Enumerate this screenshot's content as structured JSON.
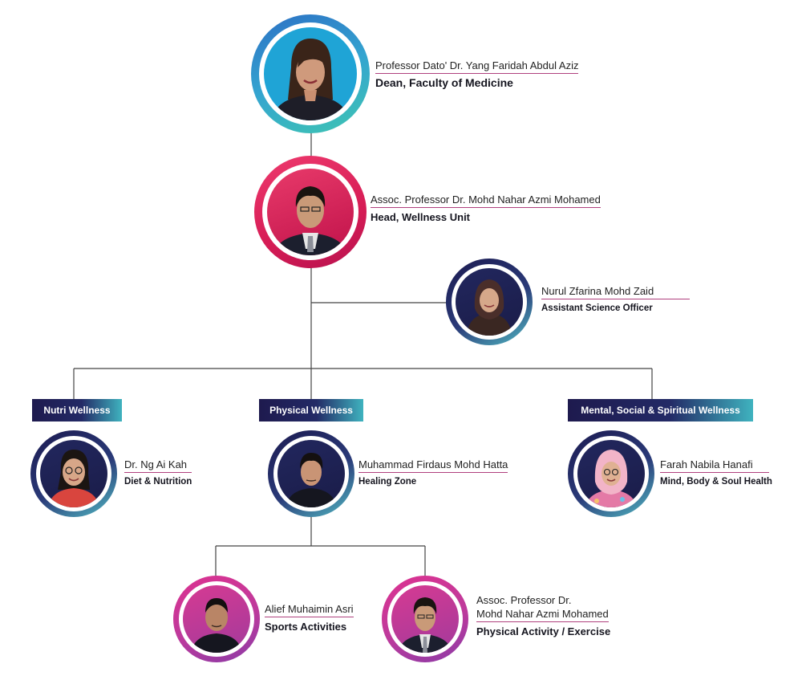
{
  "nodes": {
    "dean": {
      "name": "Professor Dato' Dr. Yang Faridah Abdul Aziz",
      "role": "Dean, Faculty of Medicine"
    },
    "head": {
      "name": "Assoc. Professor Dr. Mohd Nahar Azmi Mohamed",
      "role": "Head, Wellness Unit"
    },
    "assistant": {
      "name": "Nurul Zfarina Mohd Zaid",
      "role": "Assistant Science Officer"
    },
    "nutri_member": {
      "name": "Dr. Ng Ai Kah",
      "role": "Diet & Nutrition"
    },
    "physical_member": {
      "name": "Muhammad Firdaus Mohd Hatta",
      "role": "Healing Zone"
    },
    "mental_member": {
      "name": "Farah Nabila Hanafi",
      "role": "Mind, Body & Soul Health"
    },
    "sports": {
      "name": "Alief Muhaimin Asri",
      "role": "Sports Activities"
    },
    "exercise": {
      "name_line1": "Assoc. Professor Dr.",
      "name_line2": "Mohd Nahar Azmi Mohamed",
      "role": "Physical Activity / Exercise"
    }
  },
  "categories": {
    "nutri": "Nutri Wellness",
    "physical": "Physical Wellness",
    "mental": "Mental, Social & Spiritual Wellness"
  },
  "colors": {
    "dean_ring": [
      "#2f7ec8",
      "#3cc0b8"
    ],
    "head_ring": [
      "#e8336b",
      "#c01650"
    ],
    "navy_ring": [
      "#1d1a52",
      "#4fb7c3"
    ],
    "magenta_ring": [
      "#d42f93",
      "#9b3aa6"
    ],
    "connector": "#444444",
    "name_underline": "#b0407e"
  }
}
